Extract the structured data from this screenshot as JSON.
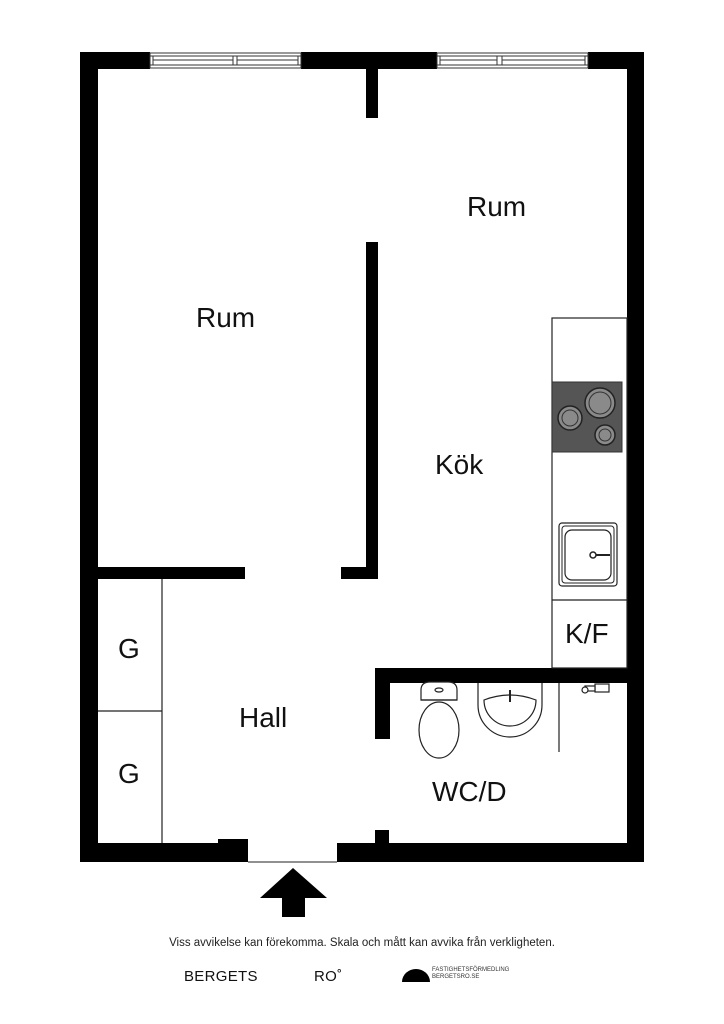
{
  "floorplan": {
    "rooms": [
      {
        "id": "rum-left",
        "label": "Rum"
      },
      {
        "id": "rum-right",
        "label": "Rum"
      },
      {
        "id": "kok",
        "label": "Kök"
      },
      {
        "id": "kf",
        "label": "K/F"
      },
      {
        "id": "hall",
        "label": "Hall"
      },
      {
        "id": "wcd",
        "label": "WC/D"
      },
      {
        "id": "g-top",
        "label": "G"
      },
      {
        "id": "g-bottom",
        "label": "G"
      }
    ],
    "fixtures": [
      "stove",
      "kitchen-sink",
      "toilet",
      "washbasin",
      "shower-mixer",
      "windows",
      "entrance-arrow"
    ],
    "colors": {
      "wall": "#000000",
      "stove": "#555555",
      "burner": "#8a8a8a",
      "background": "#ffffff"
    }
  },
  "footer": {
    "disclaimer": "Viss avvikelse kan förekomma. Skala och mått kan avvika från verkligheten.",
    "brand_left": "BERGETS",
    "brand_right": "RO˚",
    "agency_line1": "FASTIGHETSFÖRMEDLING",
    "agency_line2": "BERGETSRO.SE"
  }
}
